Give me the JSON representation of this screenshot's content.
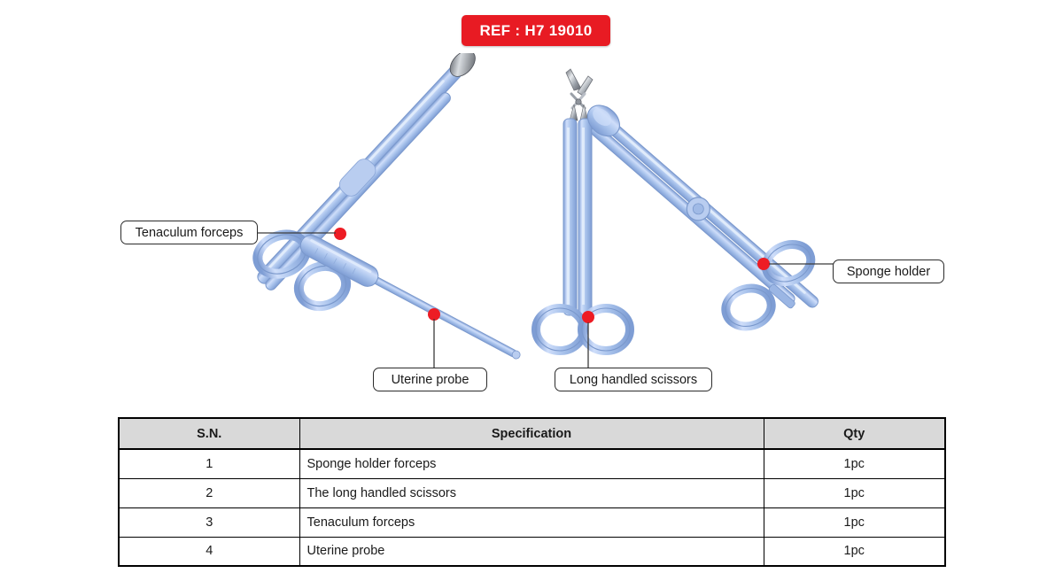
{
  "ref_badge": {
    "text": "REF : H7 19010",
    "bg_color": "#e81b23",
    "text_color": "#ffffff"
  },
  "illustration": {
    "background_color": "#ffffff",
    "instrument_color": "#a8c3ec",
    "instrument_edge_color": "#7a98cc",
    "metal_color": "#b9bec6",
    "marker_color": "#ed1c24",
    "instruments": [
      {
        "name": "tenaculum-forceps",
        "label": "Tenaculum forceps"
      },
      {
        "name": "uterine-probe",
        "label": "Uterine probe"
      },
      {
        "name": "long-handled-scissors",
        "label": "Long handled scissors"
      },
      {
        "name": "sponge-holder",
        "label": "Sponge holder"
      }
    ]
  },
  "callouts": {
    "tenaculum": "Tenaculum forceps",
    "probe": "Uterine probe",
    "scissors": "Long handled scissors",
    "sponge": "Sponge holder"
  },
  "table": {
    "headers": {
      "sn": "S.N.",
      "specification": "Specification",
      "qty": "Qty"
    },
    "rows": [
      {
        "sn": "1",
        "specification": "Sponge holder forceps",
        "qty": "1pc"
      },
      {
        "sn": "2",
        "specification": "The long handled scissors",
        "qty": "1pc"
      },
      {
        "sn": "3",
        "specification": "Tenaculum forceps",
        "qty": "1pc"
      },
      {
        "sn": "4",
        "specification": "Uterine probe",
        "qty": "1pc"
      }
    ]
  }
}
